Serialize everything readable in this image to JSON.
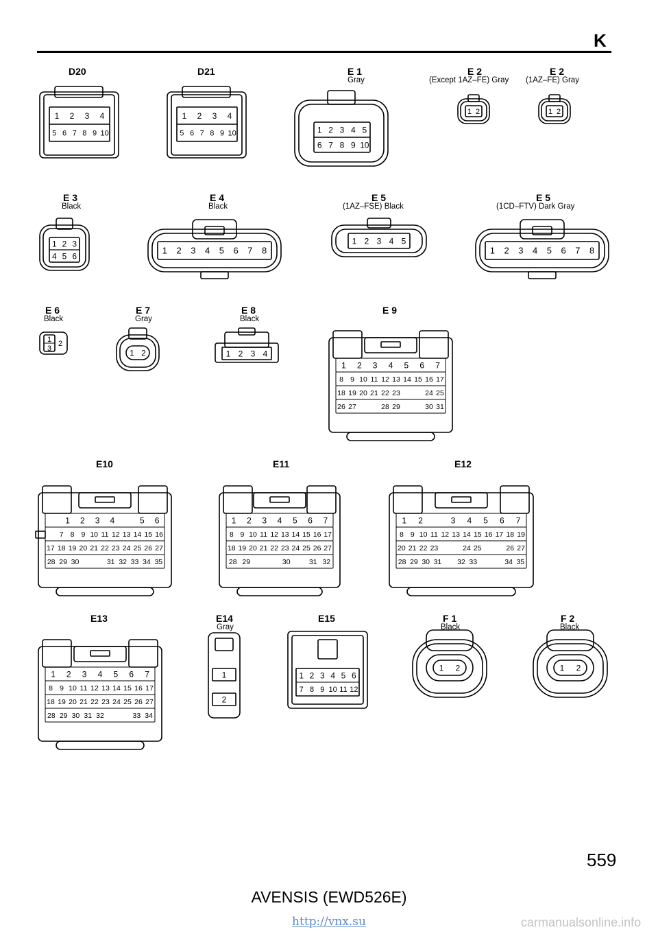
{
  "page": {
    "section_letter": "K",
    "page_number": "559",
    "model": "AVENSIS (EWD526E)",
    "link": "http://vnx.su",
    "watermark": "carmanualsonline.info"
  },
  "connectors": [
    {
      "id": "d20",
      "code": "D20",
      "desc": "",
      "pin_rows": [
        [
          "1",
          "2",
          "3",
          "4"
        ],
        [
          "5",
          "6",
          "7",
          "8",
          "9",
          "10"
        ]
      ]
    },
    {
      "id": "d21",
      "code": "D21",
      "desc": "",
      "pin_rows": [
        [
          "1",
          "2",
          "3",
          "4"
        ],
        [
          "5",
          "6",
          "7",
          "8",
          "9",
          "10"
        ]
      ]
    },
    {
      "id": "e1",
      "code": "E 1",
      "desc": "Gray",
      "pin_rows": [
        [
          "1",
          "2",
          "3",
          "4",
          "5"
        ],
        [
          "6",
          "7",
          "8",
          "9",
          "10"
        ]
      ]
    },
    {
      "id": "e2a",
      "code": "E 2",
      "desc": "(Except 1AZ–FE)  Gray",
      "pin_rows": [
        [
          "1",
          "2"
        ]
      ]
    },
    {
      "id": "e2b",
      "code": "E 2",
      "desc": "(1AZ–FE)  Gray",
      "pin_rows": [
        [
          "1",
          "2"
        ]
      ]
    },
    {
      "id": "e3",
      "code": "E 3",
      "desc": "Black",
      "pin_rows": [
        [
          "1",
          "2",
          "3"
        ],
        [
          "4",
          "5",
          "6"
        ]
      ]
    },
    {
      "id": "e4",
      "code": "E 4",
      "desc": "Black",
      "pin_rows": [
        [
          "1",
          "2",
          "3",
          "4",
          "5",
          "6",
          "7",
          "8"
        ]
      ]
    },
    {
      "id": "e5a",
      "code": "E 5",
      "desc": "(1AZ–FSE)  Black",
      "pin_rows": [
        [
          "1",
          "2",
          "3",
          "4",
          "5"
        ]
      ]
    },
    {
      "id": "e5b",
      "code": "E 5",
      "desc": "(1CD–FTV)  Dark Gray",
      "pin_rows": [
        [
          "1",
          "2",
          "3",
          "4",
          "5",
          "6",
          "7",
          "8"
        ]
      ]
    },
    {
      "id": "e6",
      "code": "E 6",
      "desc": "Black",
      "pin_rows": [
        [
          "1",
          "2",
          "3"
        ]
      ]
    },
    {
      "id": "e7",
      "code": "E 7",
      "desc": "Gray",
      "pin_rows": [
        [
          "1",
          "2"
        ]
      ]
    },
    {
      "id": "e8",
      "code": "E 8",
      "desc": "Black",
      "pin_rows": [
        [
          "1",
          "2",
          "3",
          "4"
        ]
      ]
    },
    {
      "id": "e9",
      "code": "E 9",
      "desc": "",
      "pin_rows": [
        [
          "1",
          "2",
          "3",
          "4",
          "5",
          "6",
          "7"
        ],
        [
          "8",
          "9",
          "10",
          "11",
          "12",
          "13",
          "14",
          "15",
          "16",
          "17"
        ],
        [
          "18",
          "19",
          "20",
          "21",
          "22",
          "23",
          "",
          "",
          "24",
          "25"
        ],
        [
          "26",
          "27",
          "",
          "",
          "28",
          "29",
          "",
          "",
          "30",
          "31"
        ]
      ]
    },
    {
      "id": "e10",
      "code": "E10",
      "desc": "",
      "pin_rows": [
        [
          "",
          "1",
          "2",
          "3",
          "4",
          "",
          "5",
          "6"
        ],
        [
          "",
          "7",
          "8",
          "9",
          "10",
          "11",
          "12",
          "13",
          "14",
          "15",
          "16"
        ],
        [
          "17",
          "18",
          "19",
          "20",
          "21",
          "22",
          "23",
          "24",
          "25",
          "26",
          "27"
        ],
        [
          "28",
          "29",
          "30",
          "",
          "",
          "31",
          "32",
          "33",
          "34",
          "35"
        ]
      ]
    },
    {
      "id": "e11",
      "code": "E11",
      "desc": "",
      "pin_rows": [
        [
          "1",
          "2",
          "3",
          "4",
          "5",
          "6",
          "7"
        ],
        [
          "8",
          "9",
          "10",
          "11",
          "12",
          "13",
          "14",
          "15",
          "16",
          "17"
        ],
        [
          "18",
          "19",
          "20",
          "21",
          "22",
          "23",
          "24",
          "25",
          "26",
          "27"
        ],
        [
          "28",
          "29",
          "",
          "",
          "30",
          "",
          "31",
          "32"
        ]
      ]
    },
    {
      "id": "e12",
      "code": "E12",
      "desc": "",
      "pin_rows": [
        [
          "1",
          "2",
          "",
          "3",
          "4",
          "5",
          "6",
          "7"
        ],
        [
          "8",
          "9",
          "10",
          "11",
          "12",
          "13",
          "14",
          "15",
          "16",
          "17",
          "18",
          "19"
        ],
        [
          "20",
          "21",
          "22",
          "23",
          "",
          "",
          "24",
          "25",
          "",
          "",
          "26",
          "27"
        ],
        [
          "28",
          "29",
          "30",
          "31",
          "",
          "32",
          "33",
          "",
          "",
          "34",
          "35"
        ]
      ]
    },
    {
      "id": "e13",
      "code": "E13",
      "desc": "",
      "pin_rows": [
        [
          "1",
          "2",
          "3",
          "4",
          "5",
          "6",
          "7"
        ],
        [
          "8",
          "9",
          "10",
          "11",
          "12",
          "13",
          "14",
          "15",
          "16",
          "17"
        ],
        [
          "18",
          "19",
          "20",
          "21",
          "22",
          "23",
          "24",
          "25",
          "26",
          "27"
        ],
        [
          "28",
          "29",
          "30",
          "31",
          "32",
          "",
          "",
          "33",
          "34"
        ]
      ]
    },
    {
      "id": "e14",
      "code": "E14",
      "desc": "Gray",
      "pin_rows": [
        [
          "1"
        ],
        [
          "2"
        ]
      ]
    },
    {
      "id": "e15",
      "code": "E15",
      "desc": "",
      "pin_rows": [
        [
          "1",
          "2",
          "3",
          "4",
          "5",
          "6"
        ],
        [
          "7",
          "8",
          "9",
          "10",
          "11",
          "12"
        ]
      ]
    },
    {
      "id": "f1",
      "code": "F 1",
      "desc": "Black",
      "pin_rows": [
        [
          "1",
          "2"
        ]
      ]
    },
    {
      "id": "f2",
      "code": "F 2",
      "desc": "Black",
      "pin_rows": [
        [
          "1",
          "2"
        ]
      ]
    }
  ]
}
